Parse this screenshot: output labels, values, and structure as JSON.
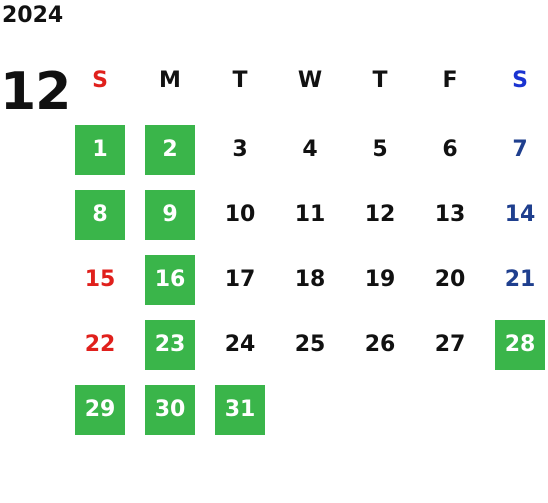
{
  "calendar": {
    "year": "2024",
    "month": "12",
    "weekdays": [
      {
        "label": "S",
        "color": "#e0201c"
      },
      {
        "label": "M",
        "color": "#111111"
      },
      {
        "label": "T",
        "color": "#111111"
      },
      {
        "label": "W",
        "color": "#111111"
      },
      {
        "label": "T",
        "color": "#111111"
      },
      {
        "label": "F",
        "color": "#111111"
      },
      {
        "label": "S",
        "color": "#1a33d1"
      }
    ],
    "colors": {
      "highlight_bg": "#3ab54a",
      "sunday_red": "#e0201c",
      "saturday_blue": "#1f3f8e",
      "weekday": "#111111"
    },
    "weeks": [
      [
        {
          "day": "1",
          "highlight": true
        },
        {
          "day": "2",
          "highlight": true
        },
        {
          "day": "3"
        },
        {
          "day": "4"
        },
        {
          "day": "5"
        },
        {
          "day": "6"
        },
        {
          "day": "7"
        }
      ],
      [
        {
          "day": "8",
          "highlight": true
        },
        {
          "day": "9",
          "highlight": true
        },
        {
          "day": "10"
        },
        {
          "day": "11"
        },
        {
          "day": "12"
        },
        {
          "day": "13"
        },
        {
          "day": "14"
        }
      ],
      [
        {
          "day": "15"
        },
        {
          "day": "16",
          "highlight": true
        },
        {
          "day": "17"
        },
        {
          "day": "18"
        },
        {
          "day": "19"
        },
        {
          "day": "20"
        },
        {
          "day": "21"
        }
      ],
      [
        {
          "day": "22"
        },
        {
          "day": "23",
          "highlight": true
        },
        {
          "day": "24"
        },
        {
          "day": "25"
        },
        {
          "day": "26"
        },
        {
          "day": "27"
        },
        {
          "day": "28",
          "highlight": true
        }
      ],
      [
        {
          "day": "29",
          "highlight": true
        },
        {
          "day": "30",
          "highlight": true
        },
        {
          "day": "31",
          "highlight": true
        }
      ]
    ]
  }
}
